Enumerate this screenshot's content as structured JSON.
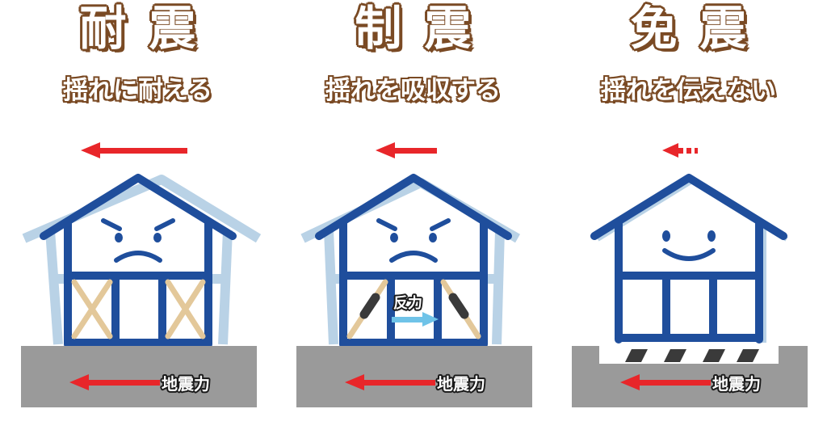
{
  "panels": [
    {
      "title": "耐震",
      "subtitle": "揺れに耐える",
      "ground_label": "地震力"
    },
    {
      "title": "制震",
      "subtitle": "揺れを吸収する",
      "ground_label": "地震力",
      "force_label": "反力"
    },
    {
      "title": "免震",
      "subtitle": "揺れを伝えない",
      "ground_label": "地震力"
    }
  ],
  "colors": {
    "house_frame": "#1f4e9c",
    "house_shadow": "#b9d2e6",
    "arrow": "#e8262a",
    "ground": "#9a9a9a",
    "brace": "#e3c89a",
    "damper": "#3a3a3a",
    "reaction_arrow": "#6fc3e8",
    "title_outline": "#7a4a24"
  }
}
